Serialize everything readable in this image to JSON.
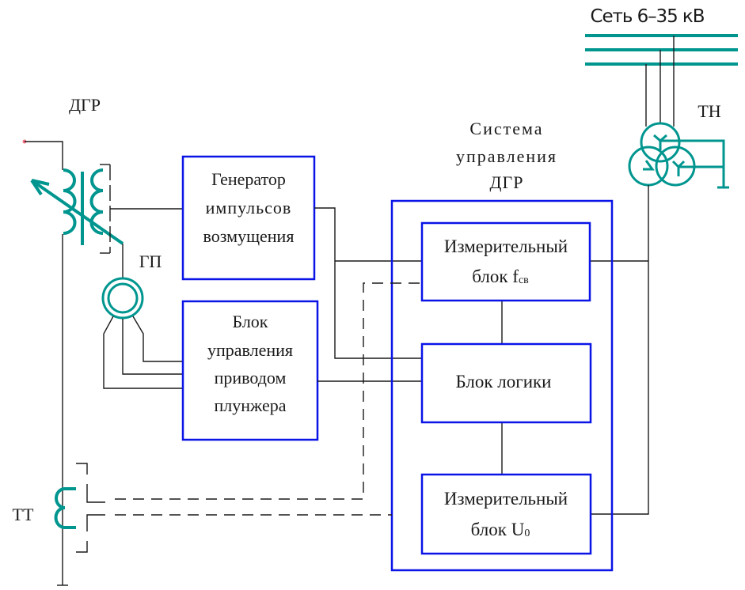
{
  "colors": {
    "block_border": "#0a14e6",
    "equipment": "#00968f",
    "wire": "#1a1a1a",
    "terminal_dot": "#f07080",
    "background": "#ffffff"
  },
  "labels": {
    "network": "Сеть 6–35 кВ",
    "reactor": "ДГР",
    "voltage_transformer": "ТН",
    "plunger_drive": "ГП",
    "current_transformer": "ТТ",
    "system_title": [
      "Система",
      "управления",
      "ДГР"
    ]
  },
  "blocks": {
    "pulse_generator": [
      "Генератор",
      "импульсов",
      "возмущения"
    ],
    "plunger_control": [
      "Блок",
      "управления",
      "приводом",
      "плунжера"
    ],
    "measure_f": {
      "line1": "Измерительный",
      "line2": "блок f",
      "sub": "св"
    },
    "logic": [
      "Блок логики"
    ],
    "measure_u": {
      "line1": "Измерительный",
      "line2": "блок U",
      "sub": "0"
    }
  },
  "icons": {
    "reactor": "arc-suppression-coil-icon",
    "voltage_transformer": "three-winding-transformer-icon",
    "plunger_drive": "motor-drive-icon",
    "current_transformer": "current-transformer-icon",
    "ground": "ground-icon"
  }
}
